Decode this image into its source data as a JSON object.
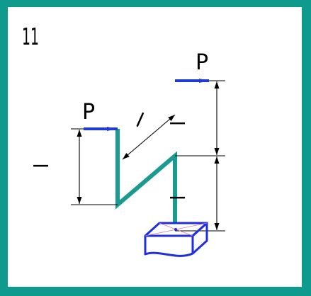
{
  "problem_number": "11",
  "force_label_left": "P",
  "force_label_right": "P",
  "dim_label_diagonal": "l",
  "dim_label_left": "l",
  "dim_label_right_upper": "l",
  "dim_label_right_lower": "l",
  "colors": {
    "frame": "#0e9a8c",
    "bar": "#1a9a90",
    "force_arrow": "#1f3bd6",
    "support": "#1f2fe0",
    "dimension": "#000000"
  }
}
